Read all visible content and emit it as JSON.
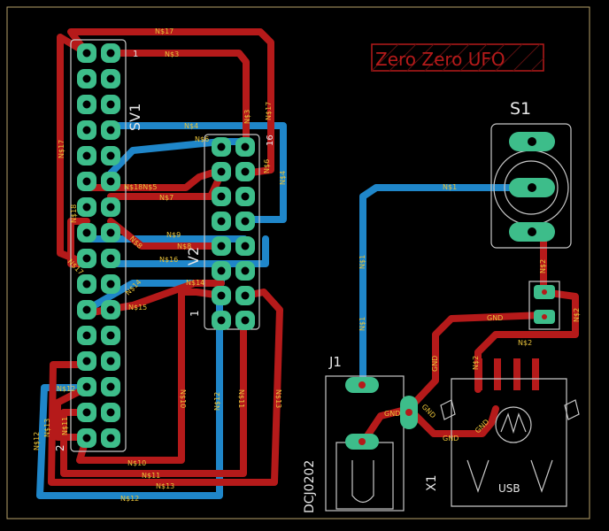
{
  "board": {
    "title_text": "Zero Zero UFO"
  },
  "components": {
    "sv1_name": "SV1",
    "sv1_pin_marker": "1",
    "sv1_pin_marker_bottom": "2",
    "sv2_name": "V2",
    "sv2_pin_marker_top": "16",
    "sv2_pin_marker_bottom": "1",
    "s1_name": "S1",
    "j1_name": "J1",
    "j1_value": "DCJ0202",
    "x1_name": "X1",
    "x1_value": "USB"
  },
  "nets": {
    "n17": "N$17",
    "n3": "N$3",
    "n4": "N$4",
    "n6": "N$6",
    "n5": "N$5",
    "n18": "N$18",
    "n7": "N$7",
    "n9": "N$9",
    "n8": "N$8",
    "n16": "N$16",
    "n14": "N$14",
    "n15": "N$15",
    "n10": "N$10",
    "n11": "N$11",
    "n12": "N$12",
    "n13": "N$13",
    "n1": "N$1",
    "n2": "N$2",
    "gnd": "GND",
    "n18_5": "N$18N$5"
  },
  "colors": {
    "top_copper": "#b51a1a",
    "bottom_copper": "#1f86c9",
    "pad": "#3dbd8a",
    "via_drill": "#d9dd3a",
    "net_label": "#e8c23a",
    "silkscreen": "#e6e6e6",
    "board_outline": "#b8a26a",
    "background": "#000000"
  }
}
